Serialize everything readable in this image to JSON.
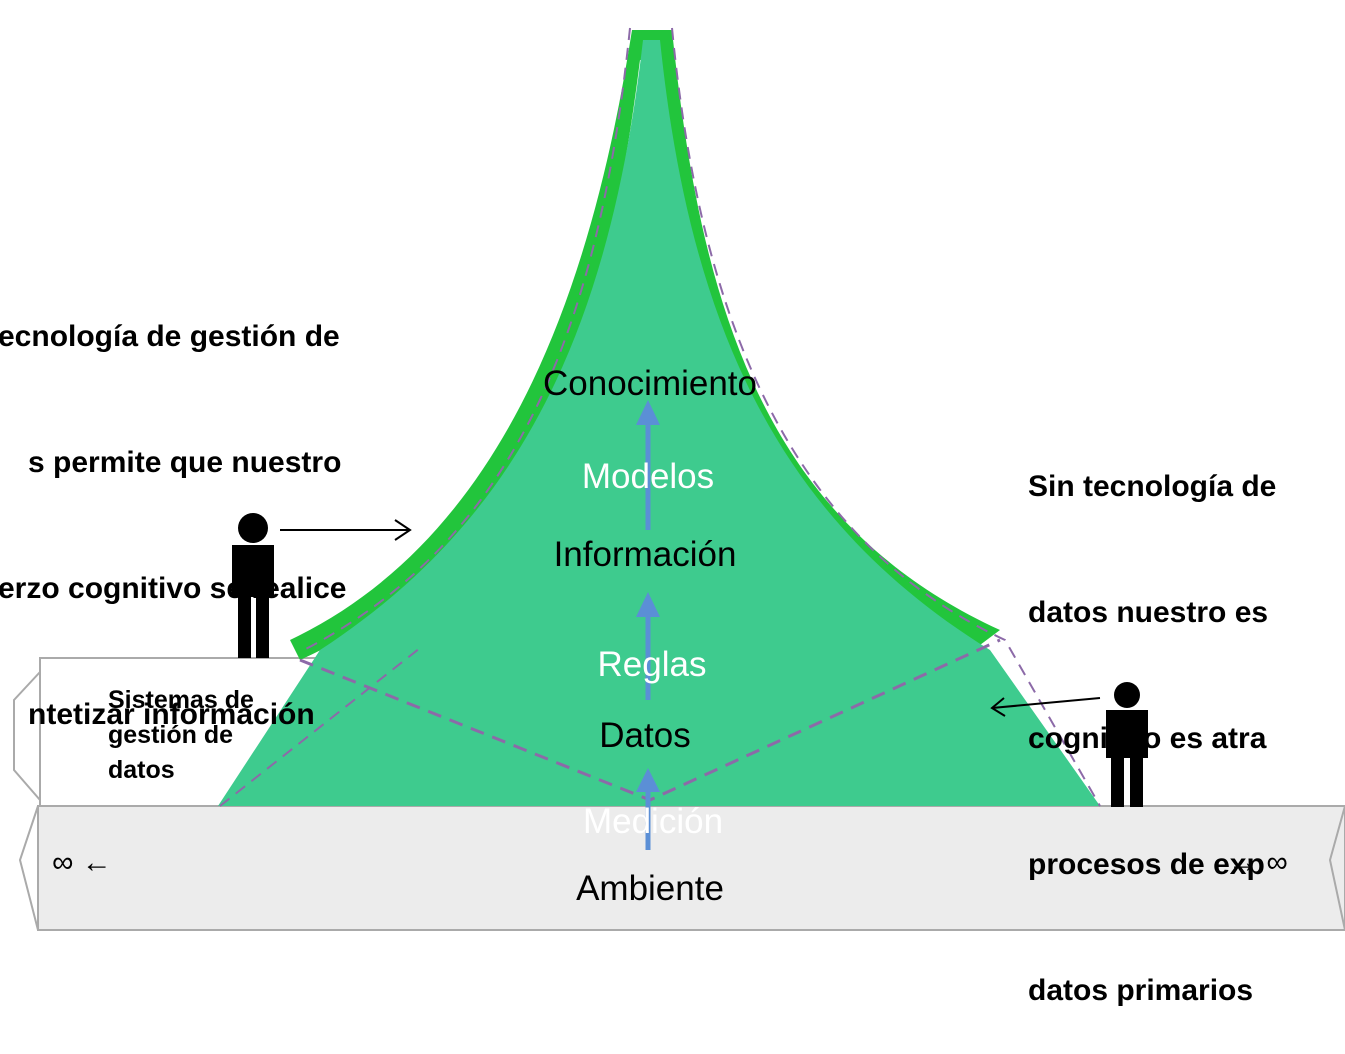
{
  "levels": {
    "conocimiento": "Conocimiento",
    "modelos": "Modelos",
    "informacion": "Información",
    "reglas": "Reglas",
    "datos": "Datos",
    "medicion": "Medición",
    "ambiente": "Ambiente"
  },
  "left_note": {
    "line1": "ecnología de gestión de",
    "line2": "s permite que nuestro",
    "line3": "erzo cognitivo se realice",
    "line4": "ntetizar información"
  },
  "right_note": {
    "line1": "Sin tecnología de",
    "line2": "datos nuestro es",
    "line3": "cognitivo es atra",
    "line4": "procesos de exp",
    "line5": "datos primarios"
  },
  "box_label": {
    "line1": "Sistemas de",
    "line2": "gestión de",
    "line3": "datos"
  },
  "infinity_left": "∞ ←",
  "infinity_right": "→ ∞",
  "colors": {
    "pyramid": "#3ecb8e",
    "outer_band": "#22c53c",
    "arrow": "#5b8fd6",
    "ground": "#eeeeee"
  }
}
